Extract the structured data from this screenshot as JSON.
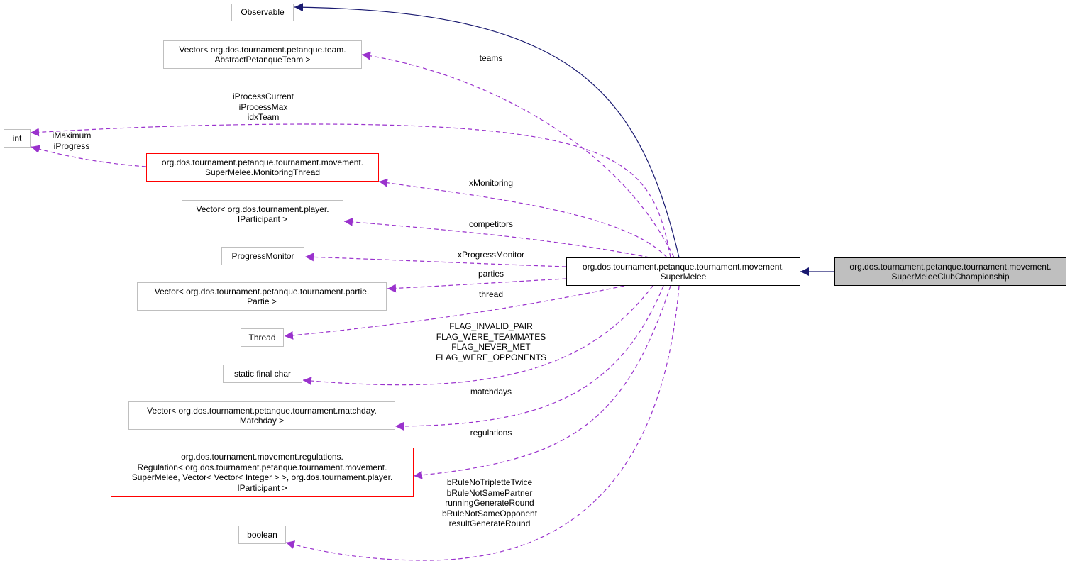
{
  "colors": {
    "inheritance": "#191970",
    "usage": "#9a32cd",
    "node_border": "#bfbfbf",
    "main_border": "#000000",
    "warn_border": "#ff0000",
    "highlight_fill": "#bfbfbf"
  },
  "nodes": {
    "observable": {
      "lines": [
        "Observable"
      ]
    },
    "vector_team": {
      "lines": [
        "Vector< org.dos.tournament.petanque.team.",
        "AbstractPetanqueTeam >"
      ]
    },
    "int_type": {
      "lines": [
        "int"
      ]
    },
    "monitoring_thread": {
      "lines": [
        "org.dos.tournament.petanque.tournament.movement.",
        "SuperMelee.MonitoringThread"
      ]
    },
    "vector_participant": {
      "lines": [
        "Vector< org.dos.tournament.player.",
        "IParticipant >"
      ]
    },
    "progress_monitor": {
      "lines": [
        "ProgressMonitor"
      ]
    },
    "vector_partie": {
      "lines": [
        "Vector< org.dos.tournament.petanque.tournament.partie.",
        "Partie >"
      ]
    },
    "thread": {
      "lines": [
        "Thread"
      ]
    },
    "static_final_char": {
      "lines": [
        "static final char"
      ]
    },
    "vector_matchday": {
      "lines": [
        "Vector< org.dos.tournament.petanque.tournament.matchday.",
        "Matchday >"
      ]
    },
    "regulation": {
      "lines": [
        "org.dos.tournament.movement.regulations.",
        "Regulation< org.dos.tournament.petanque.tournament.movement.",
        "SuperMelee, Vector< Vector< Integer > >, org.dos.tournament.player.",
        "IParticipant >"
      ]
    },
    "boolean_type": {
      "lines": [
        "boolean"
      ]
    },
    "super_melee": {
      "lines": [
        "org.dos.tournament.petanque.tournament.movement.",
        "SuperMelee"
      ]
    },
    "club_championship": {
      "lines": [
        "org.dos.tournament.petanque.tournament.movement.",
        "SuperMeleeClubChampionship"
      ]
    }
  },
  "edge_labels": {
    "teams": [
      "teams"
    ],
    "int_main": [
      "iProcessCurrent",
      "iProcessMax",
      "idxTeam"
    ],
    "int_monitor": [
      "iMaximum",
      "iProgress"
    ],
    "monitoring": [
      "xMonitoring"
    ],
    "competitors": [
      "competitors"
    ],
    "progress": [
      "xProgressMonitor"
    ],
    "parties": [
      "parties"
    ],
    "thread": [
      "thread"
    ],
    "flags": [
      "FLAG_INVALID_PAIR",
      "FLAG_WERE_TEAMMATES",
      "FLAG_NEVER_MET",
      "FLAG_WERE_OPPONENTS"
    ],
    "matchdays": [
      "matchdays"
    ],
    "regulations": [
      "regulations"
    ],
    "booleans": [
      "bRuleNoTripletteTwice",
      "bRuleNotSamePartner",
      "runningGenerateRound",
      "bRuleNotSameOpponent",
      "resultGenerateRound"
    ]
  }
}
